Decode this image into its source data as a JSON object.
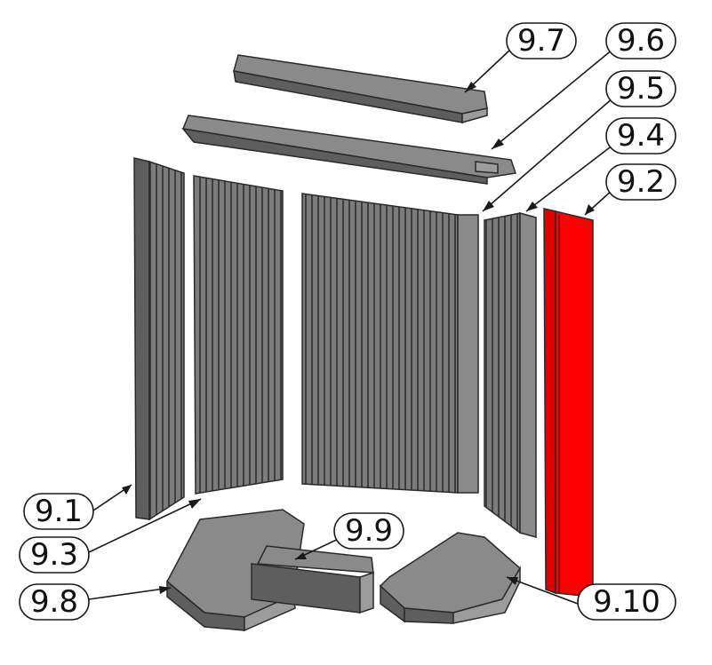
{
  "diagram": {
    "labels": {
      "p97": "9.7",
      "p96": "9.6",
      "p95": "9.5",
      "p94": "9.4",
      "p92": "9.2",
      "p91": "9.1",
      "p93": "9.3",
      "p98": "9.8",
      "p99": "9.9",
      "p910": "9.10"
    },
    "colors": {
      "part": "#8a8a8a",
      "highlighted_part": "#ff0000"
    },
    "highlighted": "9.2"
  }
}
